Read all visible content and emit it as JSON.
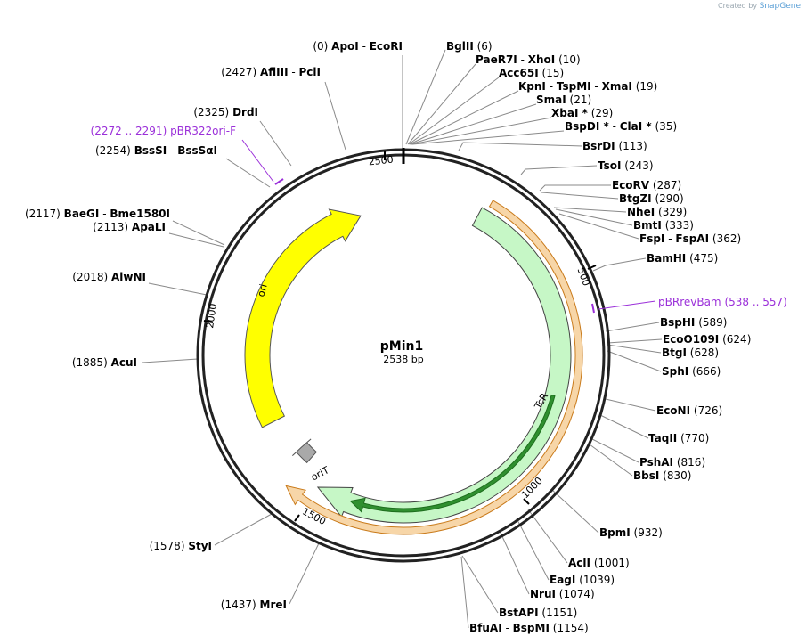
{
  "credit": {
    "prefix": "Created by",
    "brand": "SnapGene"
  },
  "plasmid": {
    "name": "pMin1",
    "length_label": "2538 bp",
    "length": 2538
  },
  "ring_ticks": [
    "2500",
    "500",
    "1000",
    "1500",
    "2000"
  ],
  "features": [
    {
      "name": "ori",
      "color": "#ffff00"
    },
    {
      "name": "TcR",
      "color": "#c6f7c6"
    },
    {
      "name": "oriT",
      "color": "#a9a9a9"
    }
  ],
  "primers": [
    {
      "range": "(2272 .. 2291)",
      "name": "pBR322ori-F"
    },
    {
      "name": "pBRrevBam",
      "range": "(538 .. 557)"
    }
  ],
  "sites": [
    {
      "pos": "(0)",
      "enzymes": [
        "ApoI",
        "EcoRI"
      ]
    },
    {
      "pos": "(6)",
      "enzymes": [
        "BglII"
      ]
    },
    {
      "pos": "(10)",
      "enzymes": [
        "PaeR7I",
        "XhoI"
      ]
    },
    {
      "pos": "(15)",
      "enzymes": [
        "Acc65I"
      ]
    },
    {
      "pos": "(19)",
      "enzymes": [
        "KpnI",
        "TspMI",
        "XmaI"
      ]
    },
    {
      "pos": "(21)",
      "enzymes": [
        "SmaI"
      ]
    },
    {
      "pos": "(29)",
      "enzymes": [
        "XbaI *"
      ]
    },
    {
      "pos": "(35)",
      "enzymes": [
        "BspDI *",
        "ClaI *"
      ]
    },
    {
      "pos": "(113)",
      "enzymes": [
        "BsrDI"
      ]
    },
    {
      "pos": "(243)",
      "enzymes": [
        "TsoI"
      ]
    },
    {
      "pos": "(287)",
      "enzymes": [
        "EcoRV"
      ]
    },
    {
      "pos": "(290)",
      "enzymes": [
        "BtgZI"
      ]
    },
    {
      "pos": "(329)",
      "enzymes": [
        "NheI"
      ]
    },
    {
      "pos": "(333)",
      "enzymes": [
        "BmtI"
      ]
    },
    {
      "pos": "(362)",
      "enzymes": [
        "FspI",
        "FspAI"
      ]
    },
    {
      "pos": "(475)",
      "enzymes": [
        "BamHI"
      ]
    },
    {
      "pos": "(589)",
      "enzymes": [
        "BspHI"
      ]
    },
    {
      "pos": "(624)",
      "enzymes": [
        "EcoO109I"
      ]
    },
    {
      "pos": "(628)",
      "enzymes": [
        "BtgI"
      ]
    },
    {
      "pos": "(666)",
      "enzymes": [
        "SphI"
      ]
    },
    {
      "pos": "(726)",
      "enzymes": [
        "EcoNI"
      ]
    },
    {
      "pos": "(770)",
      "enzymes": [
        "TaqII"
      ]
    },
    {
      "pos": "(816)",
      "enzymes": [
        "PshAI"
      ]
    },
    {
      "pos": "(830)",
      "enzymes": [
        "BbsI"
      ]
    },
    {
      "pos": "(932)",
      "enzymes": [
        "BpmI"
      ]
    },
    {
      "pos": "(1001)",
      "enzymes": [
        "AclI"
      ]
    },
    {
      "pos": "(1039)",
      "enzymes": [
        "EagI"
      ]
    },
    {
      "pos": "(1074)",
      "enzymes": [
        "NruI"
      ]
    },
    {
      "pos": "(1151)",
      "enzymes": [
        "BstAPI"
      ]
    },
    {
      "pos": "(1154)",
      "enzymes": [
        "BfuAI",
        "BspMI"
      ]
    },
    {
      "pos": "(2427)",
      "enzymes": [
        "AflIII",
        "PciI"
      ]
    },
    {
      "pos": "(2325)",
      "enzymes": [
        "DrdI"
      ]
    },
    {
      "pos": "(2254)",
      "enzymes": [
        "BssSI",
        "BssSαI"
      ]
    },
    {
      "pos": "(2117)",
      "enzymes": [
        "BaeGI",
        "Bme1580I"
      ]
    },
    {
      "pos": "(2113)",
      "enzymes": [
        "ApaLI"
      ]
    },
    {
      "pos": "(2018)",
      "enzymes": [
        "AlwNI"
      ]
    },
    {
      "pos": "(1885)",
      "enzymes": [
        "AcuI"
      ]
    },
    {
      "pos": "(1578)",
      "enzymes": [
        "StyI"
      ]
    },
    {
      "pos": "(1437)",
      "enzymes": [
        "MreI"
      ]
    }
  ]
}
